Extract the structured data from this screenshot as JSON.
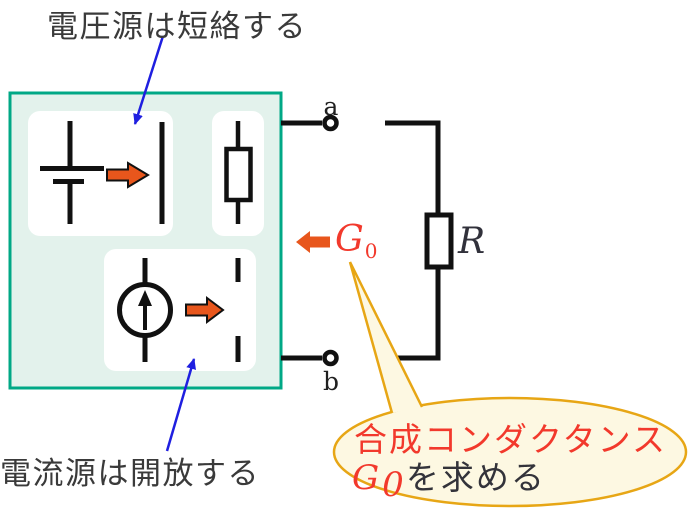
{
  "colors": {
    "box_border": "#00a886",
    "box_fill": "#e3f2ec",
    "wire": "#111111",
    "arrow_orange": "#e8561c",
    "accent_red": "#f2392c",
    "pointer_blue": "#1f1fe0",
    "callout_fill": "#fdf8e2",
    "callout_border": "#e7a615",
    "text_dark": "#3a3a3a"
  },
  "annotations": {
    "voltage_note": "電圧源は短絡する",
    "current_note": "電流源は開放する"
  },
  "terminals": {
    "top": "a",
    "bottom": "b"
  },
  "labels": {
    "resistor": "R",
    "conductance_symbol": "G",
    "conductance_subscript": "0"
  },
  "callout": {
    "line1": "合成コンダクタンス",
    "symbol": "G",
    "symbol_subscript": "0",
    "line2_suffix": "を求める"
  }
}
